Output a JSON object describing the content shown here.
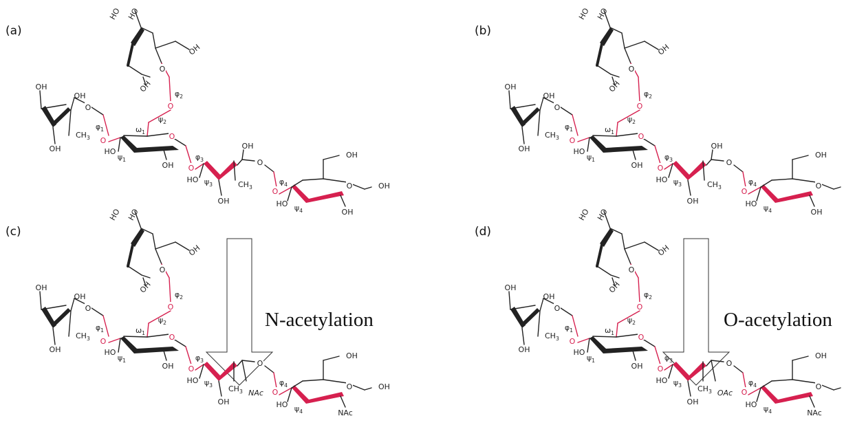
{
  "panels": [
    {
      "id": "a",
      "label": "(a)",
      "variant": "rha",
      "annotation": ""
    },
    {
      "id": "b",
      "label": "(b)",
      "variant": "rha",
      "annotation": ""
    },
    {
      "id": "c",
      "label": "(c)",
      "variant": "nac",
      "annotation": "N-acetylation"
    },
    {
      "id": "d",
      "label": "(d)",
      "variant": "oac",
      "annotation": "O-acetylation"
    }
  ],
  "atoms": {
    "hydroxyl": "OH",
    "hydroxyl_rev": "HO",
    "oxygen": "O",
    "methyl": "CH",
    "methyl_sub": "3",
    "n_acetyl": "NAc",
    "o_acetyl": "OAc"
  },
  "torsions": {
    "phi": "φ",
    "psi": "ψ",
    "omega": "ω",
    "phi1": "1",
    "phi2": "2",
    "phi3": "3",
    "phi4": "4",
    "psi1": "1",
    "psi2": "2",
    "psi3": "3",
    "psi4": "4",
    "omega1": "1"
  },
  "colors": {
    "bond": "#222222",
    "glycosidic": "#d6204f",
    "label": "#222222",
    "arrow_stroke": "#333333"
  }
}
